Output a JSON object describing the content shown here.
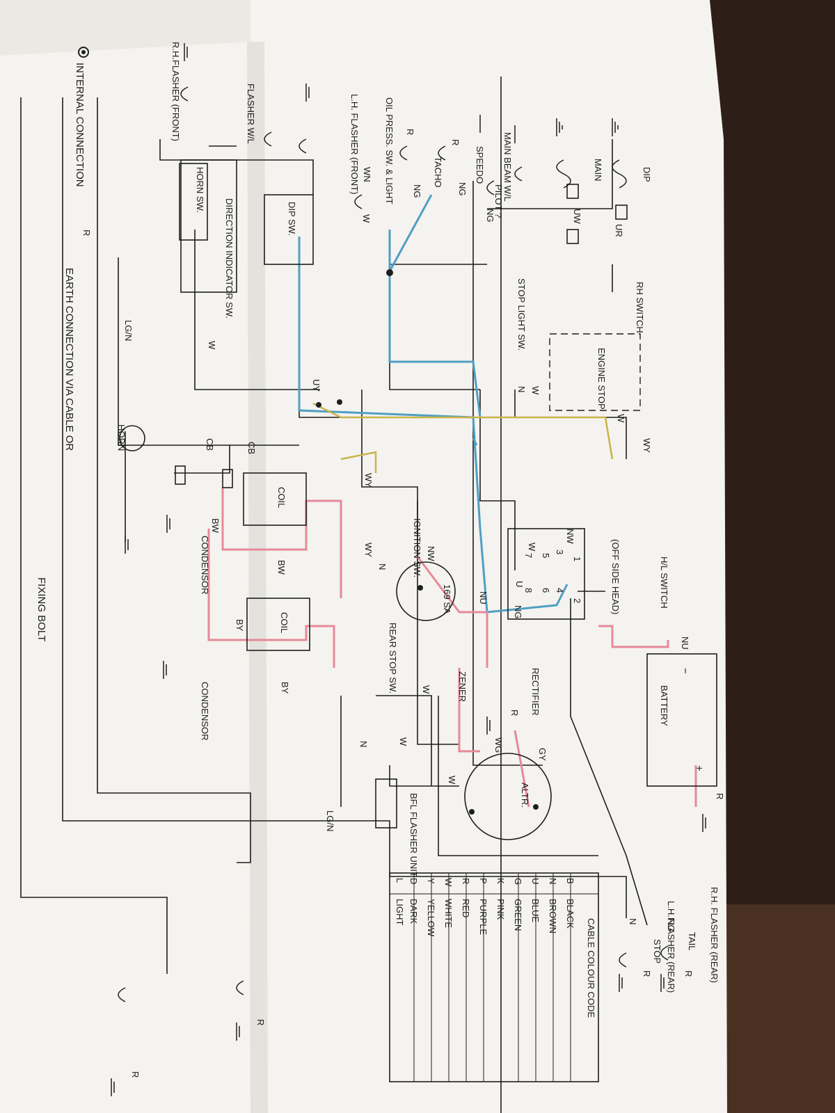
{
  "diagram": {
    "components": {
      "dip": "DIP",
      "main": "MAIN",
      "ur": "UR",
      "uw": "UW",
      "main_beam": "MAIN BEAM W/L",
      "pilot": "PILOT ?",
      "speedo": "SPEEDO",
      "tacho": "TACHO",
      "ng1": "NG",
      "ng2": "NG",
      "ng3": "NG",
      "r1": "R",
      "r2": "R",
      "oil_press": "OIL PRESS. SW. & LIGHT",
      "wn": "WN",
      "w_small": "W",
      "lh_flasher_front": "L.H. FLASHER (FRONT)",
      "dip_sw": "DIP SW.",
      "flasher_wl": "FLASHER W/L",
      "direction_indicator_sw": "DIRECTION INDICATOR SW.",
      "horn_sw": "HORN SW.",
      "rh_flasher_front": "R.H.FLASHER (FRONT)",
      "rh_switch": "RH SWITCH",
      "engine_stop": "ENGINE STOP",
      "stop_light_sw": "STOP LIGHT SW.",
      "w1": "W",
      "n1": "N",
      "w2": "W",
      "wy1": "WY",
      "uy": "UY",
      "w3": "W",
      "lgn1": "LG/N",
      "horn": "HORN",
      "cb1": "CB",
      "cb2": "CB",
      "coil1": "COIL",
      "coil2": "COIL",
      "bw1": "BW",
      "bw2": "BW",
      "by1": "BY",
      "by2": "BY",
      "condensor1": "CONDENSOR",
      "condensor2": "CONDENSOR",
      "wy2": "WY",
      "wy3": "WY",
      "n2": "N",
      "nw1": "NW",
      "nw2": "NW",
      "w4": "W",
      "u": "U",
      "ng4": "NG",
      "hl_switch": "H/L SWITCH",
      "off_side_head": "(OFF SIDE HEAD)",
      "ignition_sw": "IGNITION SW.",
      "nu1": "NU",
      "nu2": "NU",
      "sa": "169 SA",
      "zener": "ZENER",
      "rectifier": "RECTIFIER",
      "r3": "R",
      "wg": "WG",
      "gy": "GY",
      "altr": "ALTR.",
      "rear_stop_sw": "REAR STOP SW.",
      "w5": "W",
      "w6": "W",
      "w7": "W",
      "n3": "N",
      "bfl_flasher_unit": "BFL FLASHER UNIT",
      "lgn2": "LG/N",
      "battery": "BATTERY",
      "minus": "−",
      "plus": "+",
      "r4": "R",
      "tail": "TAIL",
      "stop": "STOP",
      "ng5": "NG",
      "n4": "N",
      "r5": "R",
      "r6": "R",
      "rh_flasher_rear": "R.H. FLASHER (REAR)",
      "lh_flasher_rear": "L.H.FLASHER (REAR)",
      "r7": "R",
      "r8": "R",
      "terminals": [
        "1",
        "2",
        "3",
        "4",
        "5",
        "6",
        "7",
        "8"
      ]
    },
    "legend": {
      "internal_connection": "INTERNAL CONNECTION",
      "earth_connection": "EARTH CONNECTION VIA CABLE OR",
      "fixing_bolt": "FIXING BOLT",
      "r_label": "R"
    },
    "cable_code": {
      "title": "CABLE COLOUR CODE",
      "rows": [
        {
          "code": "B",
          "name": "BLACK"
        },
        {
          "code": "N",
          "name": "BROWN"
        },
        {
          "code": "U",
          "name": "BLUE"
        },
        {
          "code": "G",
          "name": "GREEN"
        },
        {
          "code": "K",
          "name": "PINK"
        },
        {
          "code": "P",
          "name": "PURPLE"
        },
        {
          "code": "R",
          "name": "RED"
        },
        {
          "code": "W",
          "name": "WHITE"
        },
        {
          "code": "Y",
          "name": "YELLOW"
        },
        {
          "code": "D",
          "name": "DARK"
        },
        {
          "code": "L",
          "name": "LIGHT"
        }
      ]
    },
    "colors": {
      "blue_wire": "#4f9fc4",
      "yellow_wire": "#c9b44a",
      "pink_wire": "#e8889a",
      "paper": "#f4f3ef",
      "wood": "#4a3021"
    }
  }
}
